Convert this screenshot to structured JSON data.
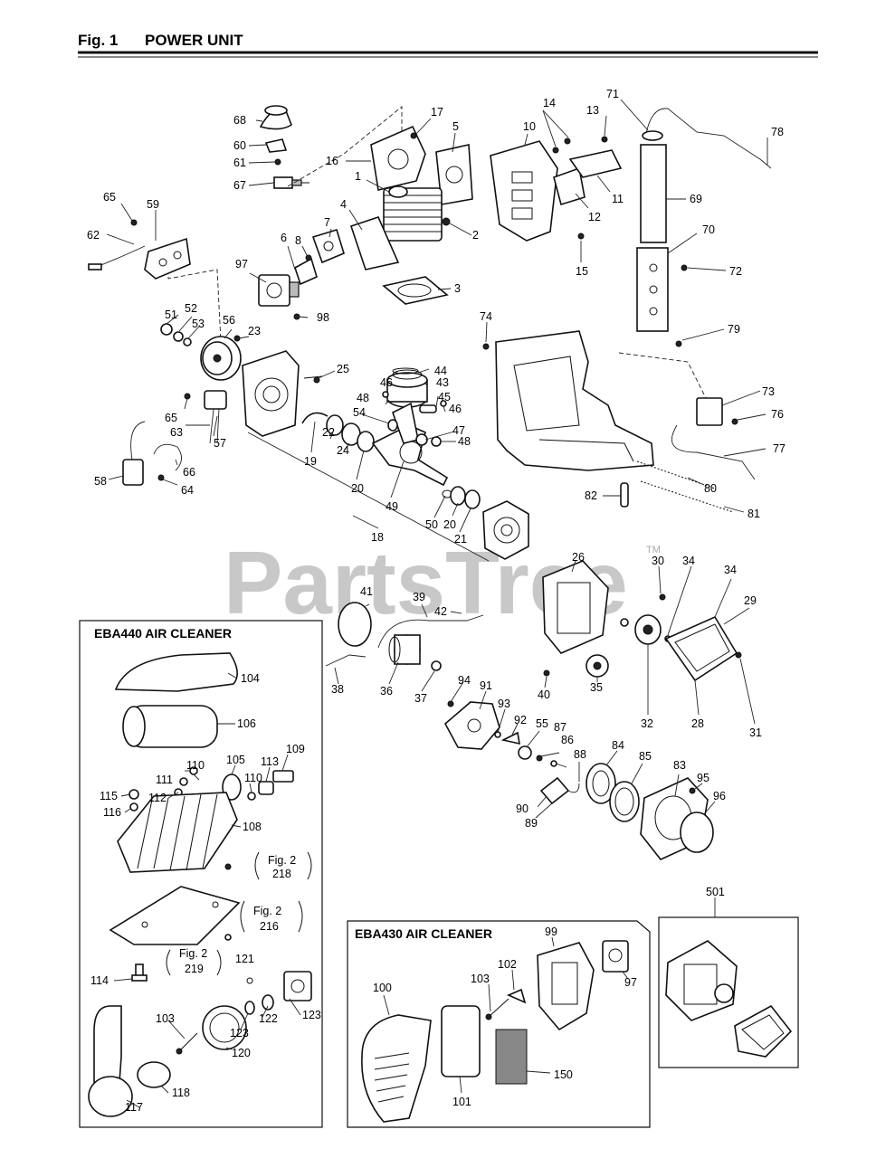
{
  "header": {
    "fig": "Fig. 1",
    "title": "POWER UNIT"
  },
  "watermark": {
    "text": "PartsTree",
    "tm": "TM"
  },
  "boxes": {
    "eba440": {
      "title": "EBA440 AIR CLEANER"
    },
    "eba430": {
      "title": "EBA430 AIR CLEANER"
    }
  },
  "figrefs": [
    {
      "fig": "Fig. 2",
      "num": "218"
    },
    {
      "fig": "Fig. 2",
      "num": "216"
    },
    {
      "fig": "Fig. 2",
      "num": "219"
    }
  ],
  "labels": [
    "1",
    "2",
    "3",
    "4",
    "5",
    "6",
    "7",
    "8",
    "10",
    "11",
    "12",
    "13",
    "14",
    "15",
    "16",
    "17",
    "18",
    "19",
    "20",
    "20",
    "21",
    "22",
    "23",
    "24",
    "25",
    "26",
    "28",
    "29",
    "30",
    "31",
    "32",
    "34",
    "34",
    "35",
    "36",
    "37",
    "38",
    "39",
    "40",
    "41",
    "42",
    "43",
    "44",
    "45",
    "46",
    "46",
    "47",
    "48",
    "48",
    "49",
    "50",
    "51",
    "52",
    "53",
    "54",
    "55",
    "56",
    "57",
    "58",
    "59",
    "60",
    "61",
    "62",
    "63",
    "64",
    "65",
    "65",
    "66",
    "67",
    "68",
    "69",
    "70",
    "71",
    "72",
    "73",
    "74",
    "76",
    "77",
    "78",
    "79",
    "80",
    "81",
    "82",
    "83",
    "84",
    "85",
    "86",
    "87",
    "88",
    "89",
    "90",
    "91",
    "92",
    "93",
    "94",
    "95",
    "96",
    "97",
    "98",
    "104",
    "106",
    "105",
    "109",
    "110",
    "110",
    "111",
    "112",
    "113",
    "115",
    "116",
    "108",
    "114",
    "121",
    "123",
    "123",
    "122",
    "103",
    "120",
    "118",
    "117",
    "99",
    "97",
    "103",
    "102",
    "100",
    "150",
    "101",
    "501"
  ],
  "colors": {
    "ink": "#111111",
    "paper": "#ffffff",
    "watermark": "#c8c8c8"
  }
}
